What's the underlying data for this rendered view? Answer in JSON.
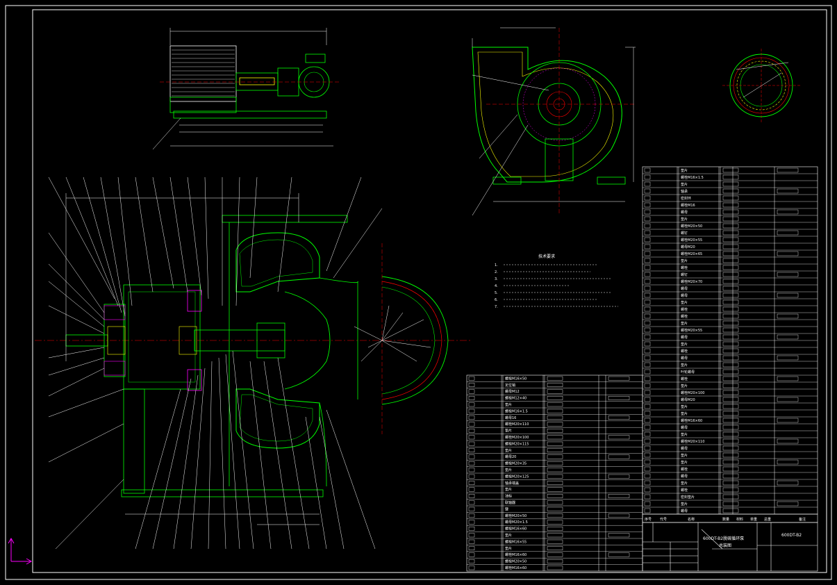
{
  "drawing": {
    "title_line1": "600DT-B2脱硫循环泵",
    "title_line2": "总装图",
    "drawing_no": "600DT-B2"
  },
  "bom_header": [
    "序号",
    "代号",
    "名称",
    "数量",
    "材料",
    "单重",
    "总重",
    "备注"
  ],
  "bom_right": [
    "垫片",
    "螺栓M16×1.5",
    "垫片",
    "轴承",
    "密封环",
    "螺栓M16",
    "螺母",
    "垫片",
    "螺栓M20×50",
    "螺钉",
    "螺栓M20×55",
    "螺母M20",
    "螺栓M20×65",
    "垫片",
    "螺栓",
    "螺钉",
    "螺栓M20×70",
    "螺母",
    "螺母",
    "垫片",
    "螺栓",
    "螺栓",
    "垫片",
    "螺栓M20×55",
    "螺母",
    "垫片",
    "螺栓",
    "螺母",
    "垫片",
    "叶轮螺母",
    "螺栓",
    "垫片",
    "螺栓M20×100",
    "螺母M20",
    "垫片",
    "垫片",
    "螺栓M16×60",
    "螺母",
    "垫片",
    "螺栓M20×110",
    "螺母",
    "垫片",
    "垫片",
    "螺栓",
    "螺母",
    "垫片",
    "螺栓",
    "密封垫片",
    "垫片",
    "螺母"
  ],
  "bom_left": [
    "螺栓M16×50",
    "定位销",
    "螺母M12",
    "螺栓M12×40",
    "垫片",
    "螺栓M16×1.5",
    "螺母16",
    "螺栓M20×110",
    "垫片",
    "螺栓M20×100",
    "螺栓M20×115",
    "垫片",
    "螺母20",
    "螺栓M20×35",
    "垫片",
    "螺栓M20×125",
    "轴承端盖",
    "垫片",
    "油标",
    "联轴器",
    "键",
    "螺栓M20×50",
    "螺母M20×1.5",
    "螺栓M16×60",
    "垫片",
    "螺栓M16×55",
    "垫片",
    "螺栓M16×60",
    "螺栓M20×50",
    "螺栓M16×60"
  ],
  "tech_title": "技术要求",
  "tech_reqs": [
    "1.",
    "2.",
    "3.",
    "4.",
    "5.",
    "6.",
    "7."
  ],
  "colors": {
    "background": "#000000",
    "outline": "#00ff00",
    "centerline": "#ff0000",
    "leader": "#ffffff",
    "hatch": "#ff00ff",
    "bolt": "#ffff00",
    "axis": "#ff00ff"
  }
}
